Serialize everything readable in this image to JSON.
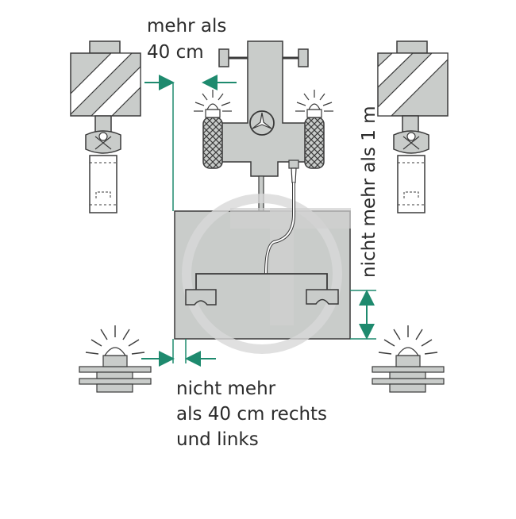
{
  "labels": {
    "top_left_line1": "mehr als",
    "top_left_line2": "40 cm",
    "right_vertical": "nicht mehr als 1 m",
    "bottom_line1": "nicht mehr",
    "bottom_line2": "als 40 cm rechts",
    "bottom_line3": "und links"
  },
  "colors": {
    "panel_fill": "#c9ccca",
    "stroke": "#3a3a3a",
    "arrow": "#1e8a6e",
    "warning_stripe": "#ffffff",
    "watermark": "#d8d8d8",
    "text": "#2b2b2b"
  }
}
